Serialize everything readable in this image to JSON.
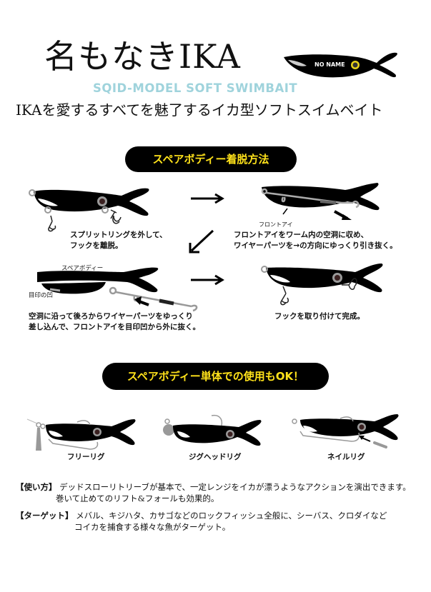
{
  "header": {
    "title": "名もなきIKA",
    "subtitle_en": "SQID-MODEL SOFT SWIMBAIT",
    "tagline": "IKAを愛するすべてを魅了するイカ型ソフトスイムベイト",
    "logo_badge": "NO NAME"
  },
  "section1": {
    "heading": "スペアボディー着脱方法",
    "steps": [
      {
        "caption_line1": "スプリットリングを外して、",
        "caption_line2": "フックを離脱。"
      },
      {
        "label": "フロントアイ",
        "caption_line1": "フロントアイをワーム内の空洞に収め、",
        "caption_line2": "ワイヤーパーツを→の方向にゆっくり引き抜く。"
      },
      {
        "label_top": "スペアボディー",
        "label_mark": "目印の凹",
        "caption_line1": "空洞に沿って後ろからワイヤーパーツをゆっくり",
        "caption_line2": "差し込んで、フロントアイを目印凹から外に抜く。"
      },
      {
        "caption_line1": "フックを取り付けて完成。"
      }
    ],
    "arrows": [
      "right-arrow",
      "down-left-arrow",
      "right-arrow"
    ]
  },
  "section2": {
    "heading": "スペアボディー単体での使用もOK！",
    "rigs": [
      {
        "label": "フリーリグ"
      },
      {
        "label": "ジグヘッドリグ"
      },
      {
        "label": "ネイルリグ"
      }
    ]
  },
  "notes": [
    {
      "tag": "【使い方】",
      "line1": "デッドスローリトリーブが基本で、一定レンジをイカが漂うようなアクションを演出できます。",
      "line2": "巻いて止めてのリフト&フォールも効果的。"
    },
    {
      "tag": "【ターゲット】",
      "line1": "メバル、キジハタ、カサゴなどのロックフィッシュ全般に、シーバス、クロダイなど",
      "line2": "コイカを捕食する様々な魚がターゲット。"
    }
  ],
  "colors": {
    "pill_bg": "#000000",
    "pill_text": "#ffe21a",
    "subtitle": "#9fd3dc",
    "eye_ring": "#e8d21a",
    "wire": "#999999"
  }
}
